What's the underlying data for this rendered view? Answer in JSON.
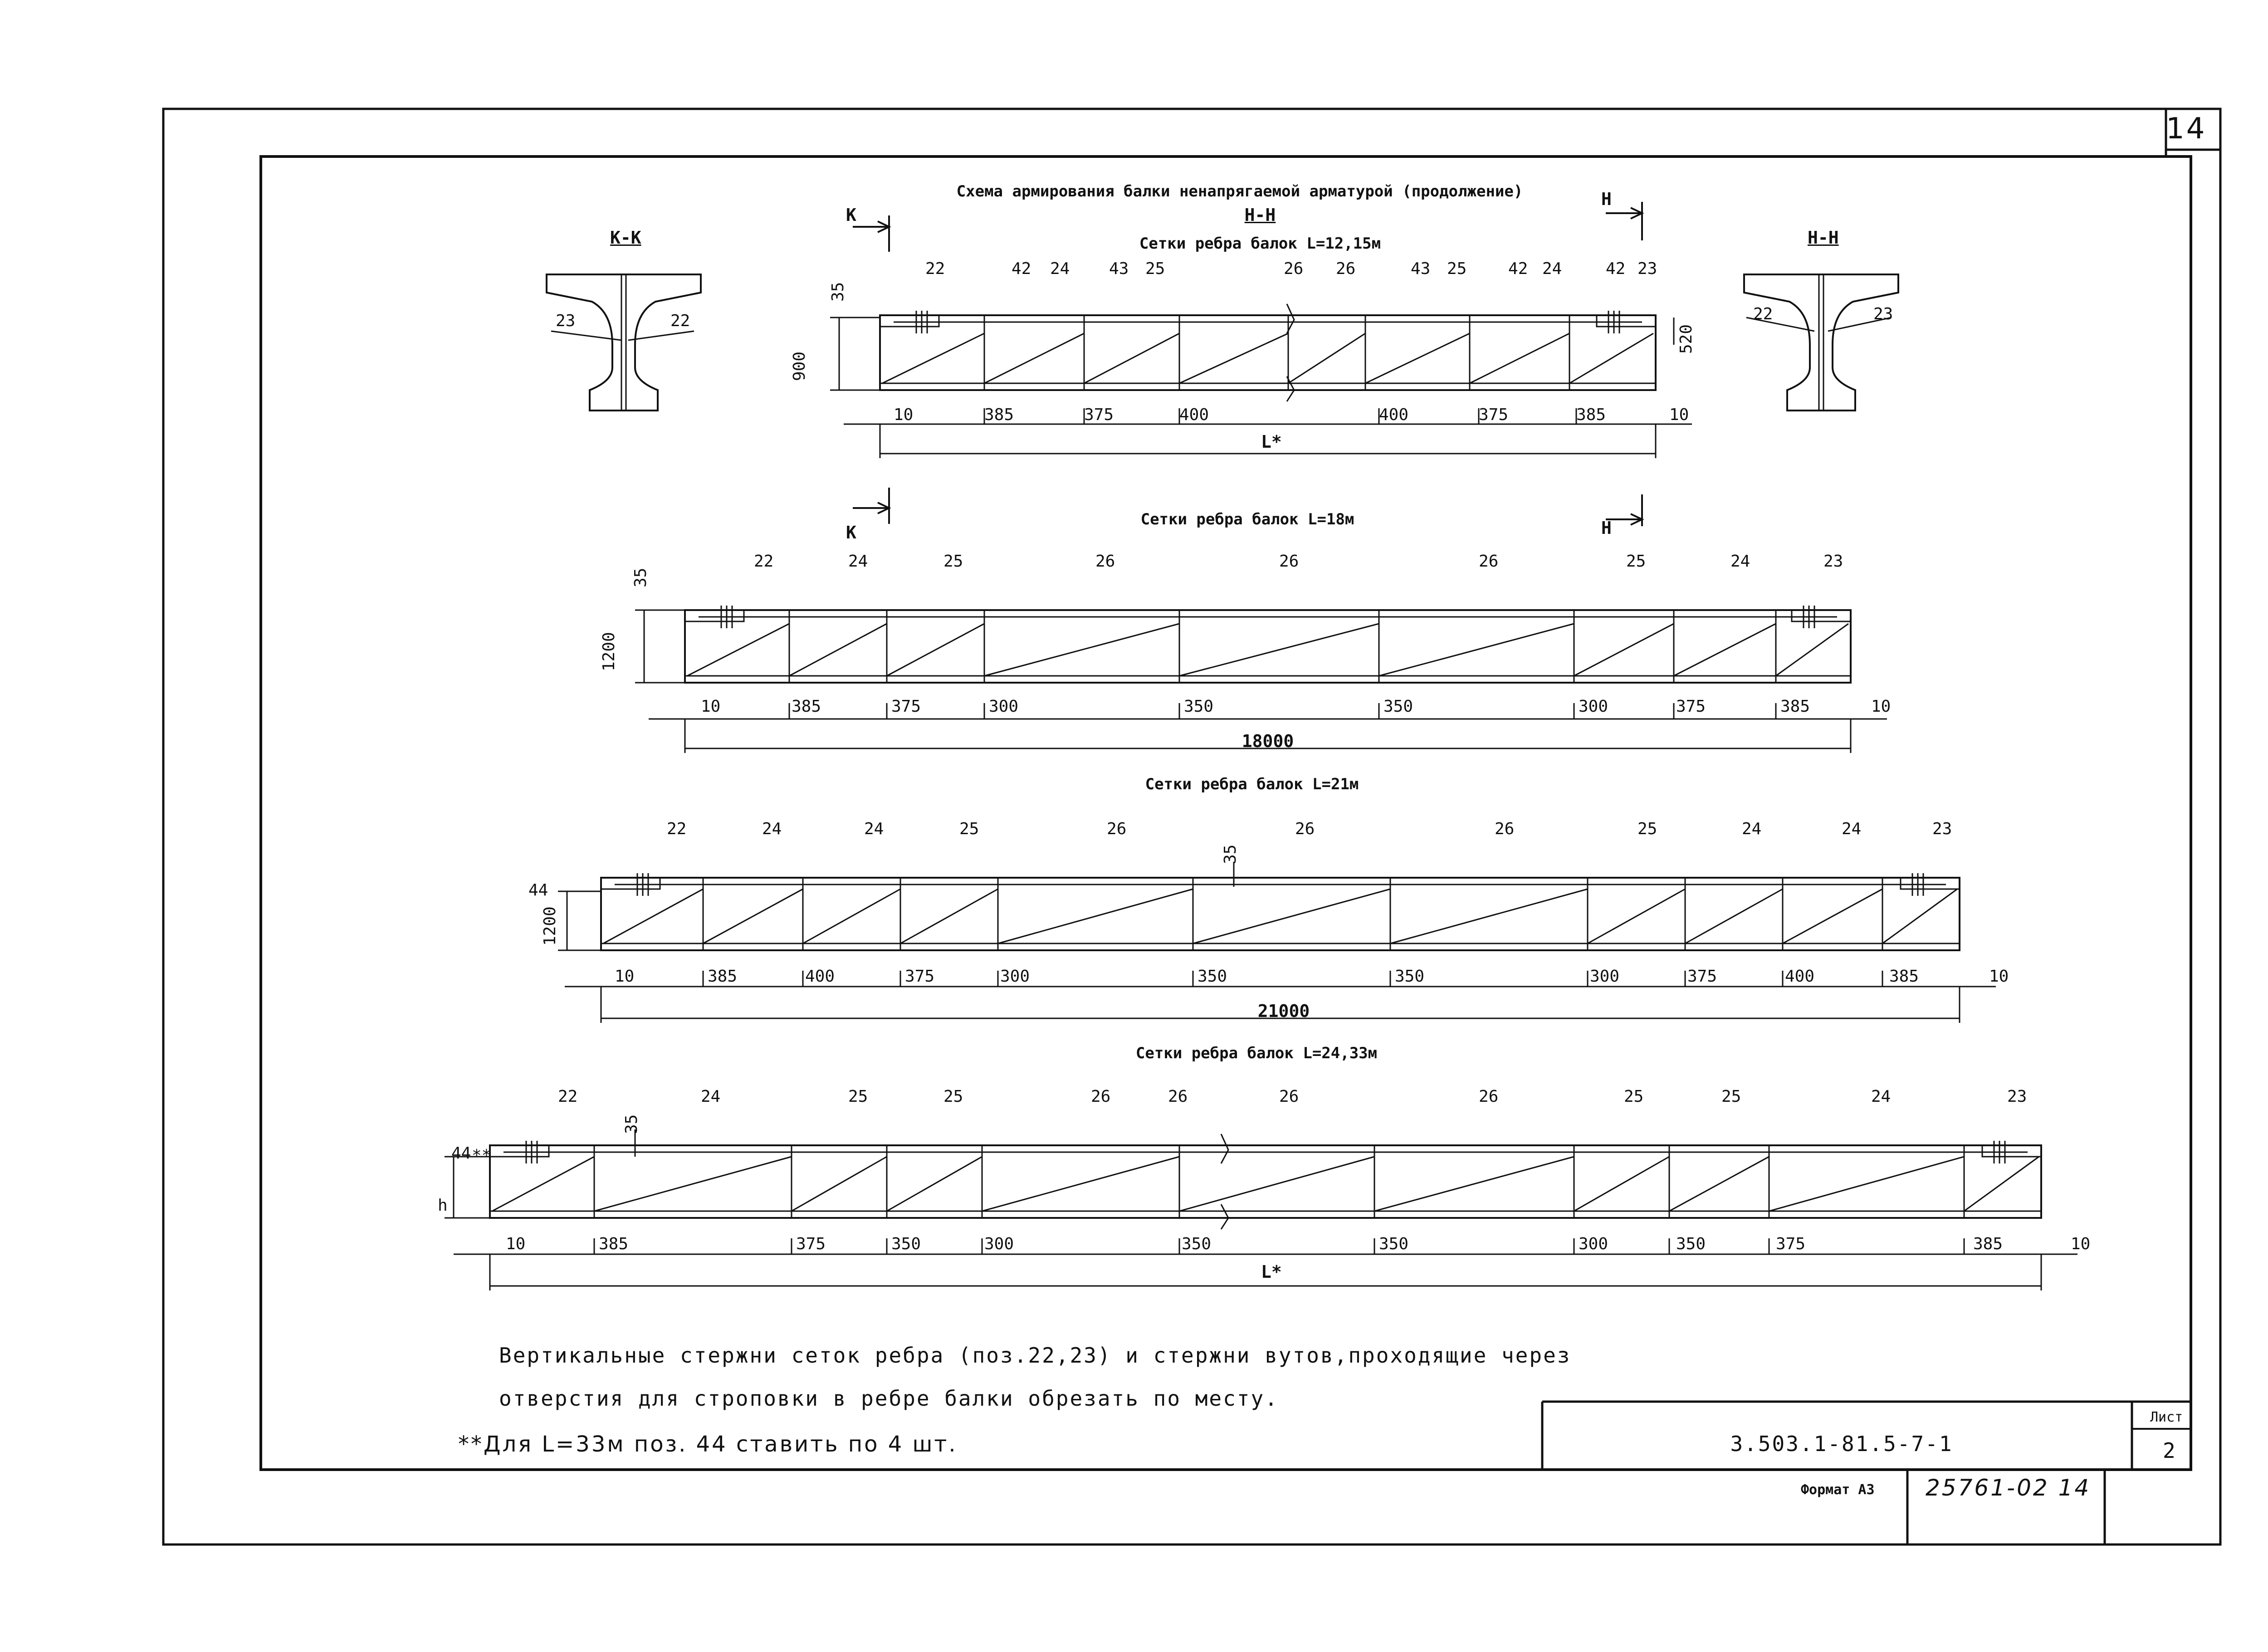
{
  "sheet_number": "14",
  "title": "Схема армирования балки ненапрягаемой арматурой (продолжение)",
  "section_ref_upper": "Н-Н",
  "left_section": {
    "label": "К-К",
    "left_pos": "23",
    "right_pos": "22"
  },
  "right_section": {
    "label": "Н-Н",
    "left_pos": "22",
    "right_pos": "23"
  },
  "cut_marks": {
    "k": "К",
    "h": "Н"
  },
  "panels": [
    {
      "subtitle": "Сетки ребра балок L=12,15м",
      "top_offset": "35",
      "height": "900",
      "extra": "520",
      "positions": [
        "22",
        "42",
        "24",
        "43",
        "25",
        "26",
        "26",
        "43",
        "25",
        "42",
        "24",
        "42",
        "23"
      ],
      "dims": [
        "10",
        "385",
        "375",
        "400",
        "400",
        "375",
        "385",
        "10"
      ],
      "total": "L*"
    },
    {
      "subtitle": "Сетки ребра балок L=18м",
      "top_offset": "35",
      "height": "1200",
      "positions": [
        "22",
        "24",
        "25",
        "26",
        "26",
        "26",
        "25",
        "24",
        "23"
      ],
      "dims": [
        "10",
        "385",
        "375",
        "300",
        "350",
        "350",
        "300",
        "375",
        "385",
        "10"
      ],
      "total": "18000"
    },
    {
      "subtitle": "Сетки ребра балок L=21м",
      "top_offset": "35",
      "height": "1200",
      "extra": "44",
      "positions": [
        "22",
        "24",
        "24",
        "25",
        "26",
        "26",
        "26",
        "25",
        "24",
        "24",
        "23"
      ],
      "dims": [
        "10",
        "385",
        "400",
        "375",
        "300",
        "350",
        "350",
        "300",
        "375",
        "400",
        "385",
        "10"
      ],
      "total": "21000"
    },
    {
      "subtitle": "Сетки ребра балок L=24,33м",
      "top_offset": "35",
      "height": "h",
      "extra": "44",
      "mark": "**",
      "positions": [
        "22",
        "24",
        "25",
        "25",
        "26",
        "26",
        "26",
        "26",
        "25",
        "25",
        "24",
        "23"
      ],
      "dims": [
        "10",
        "385",
        "375",
        "350",
        "300",
        "350",
        "350",
        "300",
        "350",
        "375",
        "385",
        "10"
      ],
      "total": "L*"
    }
  ],
  "notes": [
    "Вертикальные стержни сеток ребра (поз.22,23) и стержни вутов,проходящие через",
    "отверстия для строповки в ребре балки обрезать по месту."
  ],
  "handwritten_note": "**Для L=33м поз. 44 ставить по 4 шт.",
  "title_block": {
    "code": "3.503.1-81.5-7-1",
    "sheet_label": "Лист",
    "sheet_no": "2",
    "format_label": "Формат А3",
    "archive_no": "25761-02 14"
  }
}
